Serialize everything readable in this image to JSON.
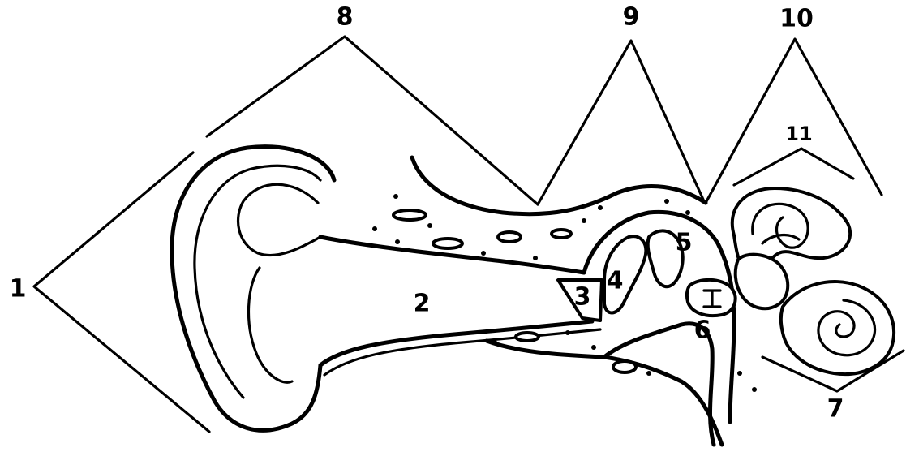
{
  "labels": {
    "l1": "1",
    "l2": "2",
    "l3": "3",
    "l4": "4",
    "l5": "5",
    "l6": "6",
    "l7": "7",
    "l8": "8",
    "l9": "9",
    "l10": "10",
    "l11": "11"
  },
  "colors": {
    "ink": "#000000",
    "background": "#ffffff"
  }
}
